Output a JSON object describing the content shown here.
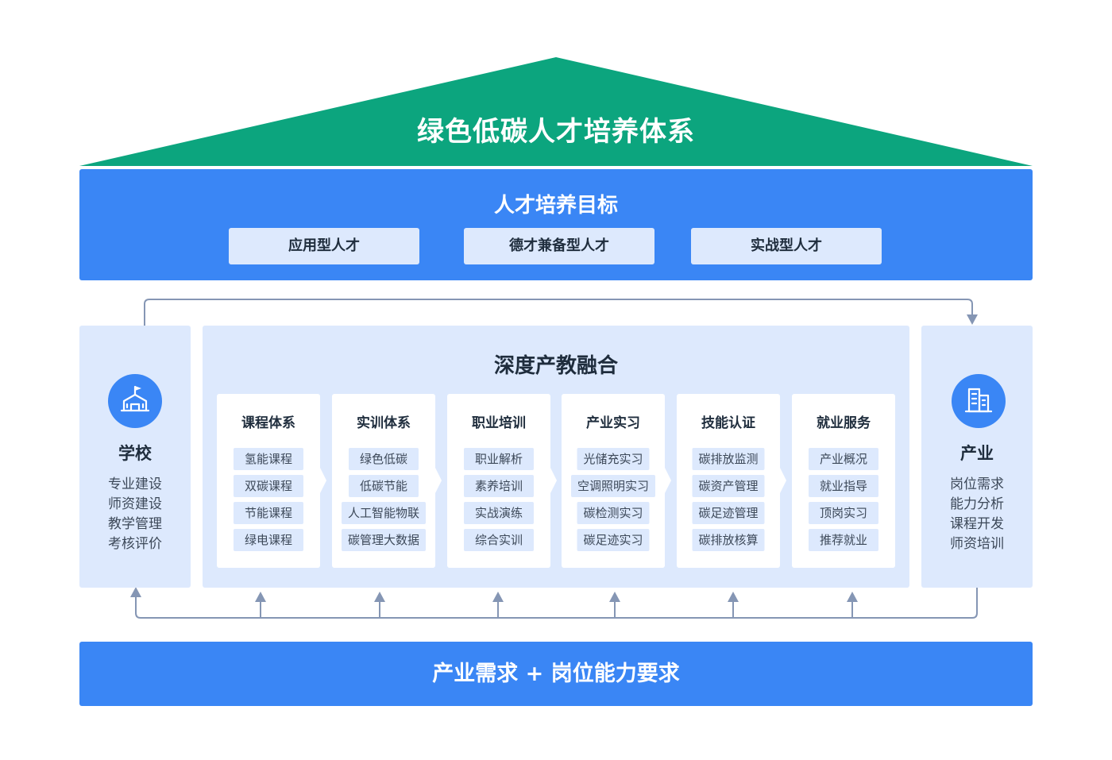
{
  "roof": {
    "title": "绿色低碳人才培养体系",
    "color": "#0ca57e"
  },
  "goals": {
    "title": "人才培养目标",
    "items": [
      "应用型人才",
      "德才兼备型人才",
      "实战型人才"
    ]
  },
  "school": {
    "icon": "school-building-icon",
    "title": "学校",
    "items": [
      "专业建设",
      "师资建设",
      "教学管理",
      "考核评价"
    ]
  },
  "industry": {
    "icon": "office-building-icon",
    "title": "产业",
    "items": [
      "岗位需求",
      "能力分析",
      "课程开发",
      "师资培训"
    ]
  },
  "center": {
    "title": "深度产教融合",
    "columns": [
      {
        "title": "课程体系",
        "items": [
          "氢能课程",
          "双碳课程",
          "节能课程",
          "绿电课程"
        ]
      },
      {
        "title": "实训体系",
        "items": [
          "绿色低碳",
          "低碳节能",
          "人工智能物联",
          "碳管理大数据"
        ]
      },
      {
        "title": "职业培训",
        "items": [
          "职业解析",
          "素养培训",
          "实战演练",
          "综合实训"
        ]
      },
      {
        "title": "产业实习",
        "items": [
          "光储充实习",
          "空调照明实习",
          "碳检测实习",
          "碳足迹实习"
        ]
      },
      {
        "title": "技能认证",
        "items": [
          "碳排放监测",
          "碳资产管理",
          "碳足迹管理",
          "碳排放核算"
        ]
      },
      {
        "title": "就业服务",
        "items": [
          "产业概况",
          "就业指导",
          "顶岗实习",
          "推荐就业"
        ]
      }
    ]
  },
  "base": {
    "title": "产业需求 + 岗位能力要求"
  },
  "colors": {
    "primary": "#3a86f5",
    "light": "#dde9fd",
    "roof": "#0ca57e",
    "connector": "#8596b4"
  }
}
